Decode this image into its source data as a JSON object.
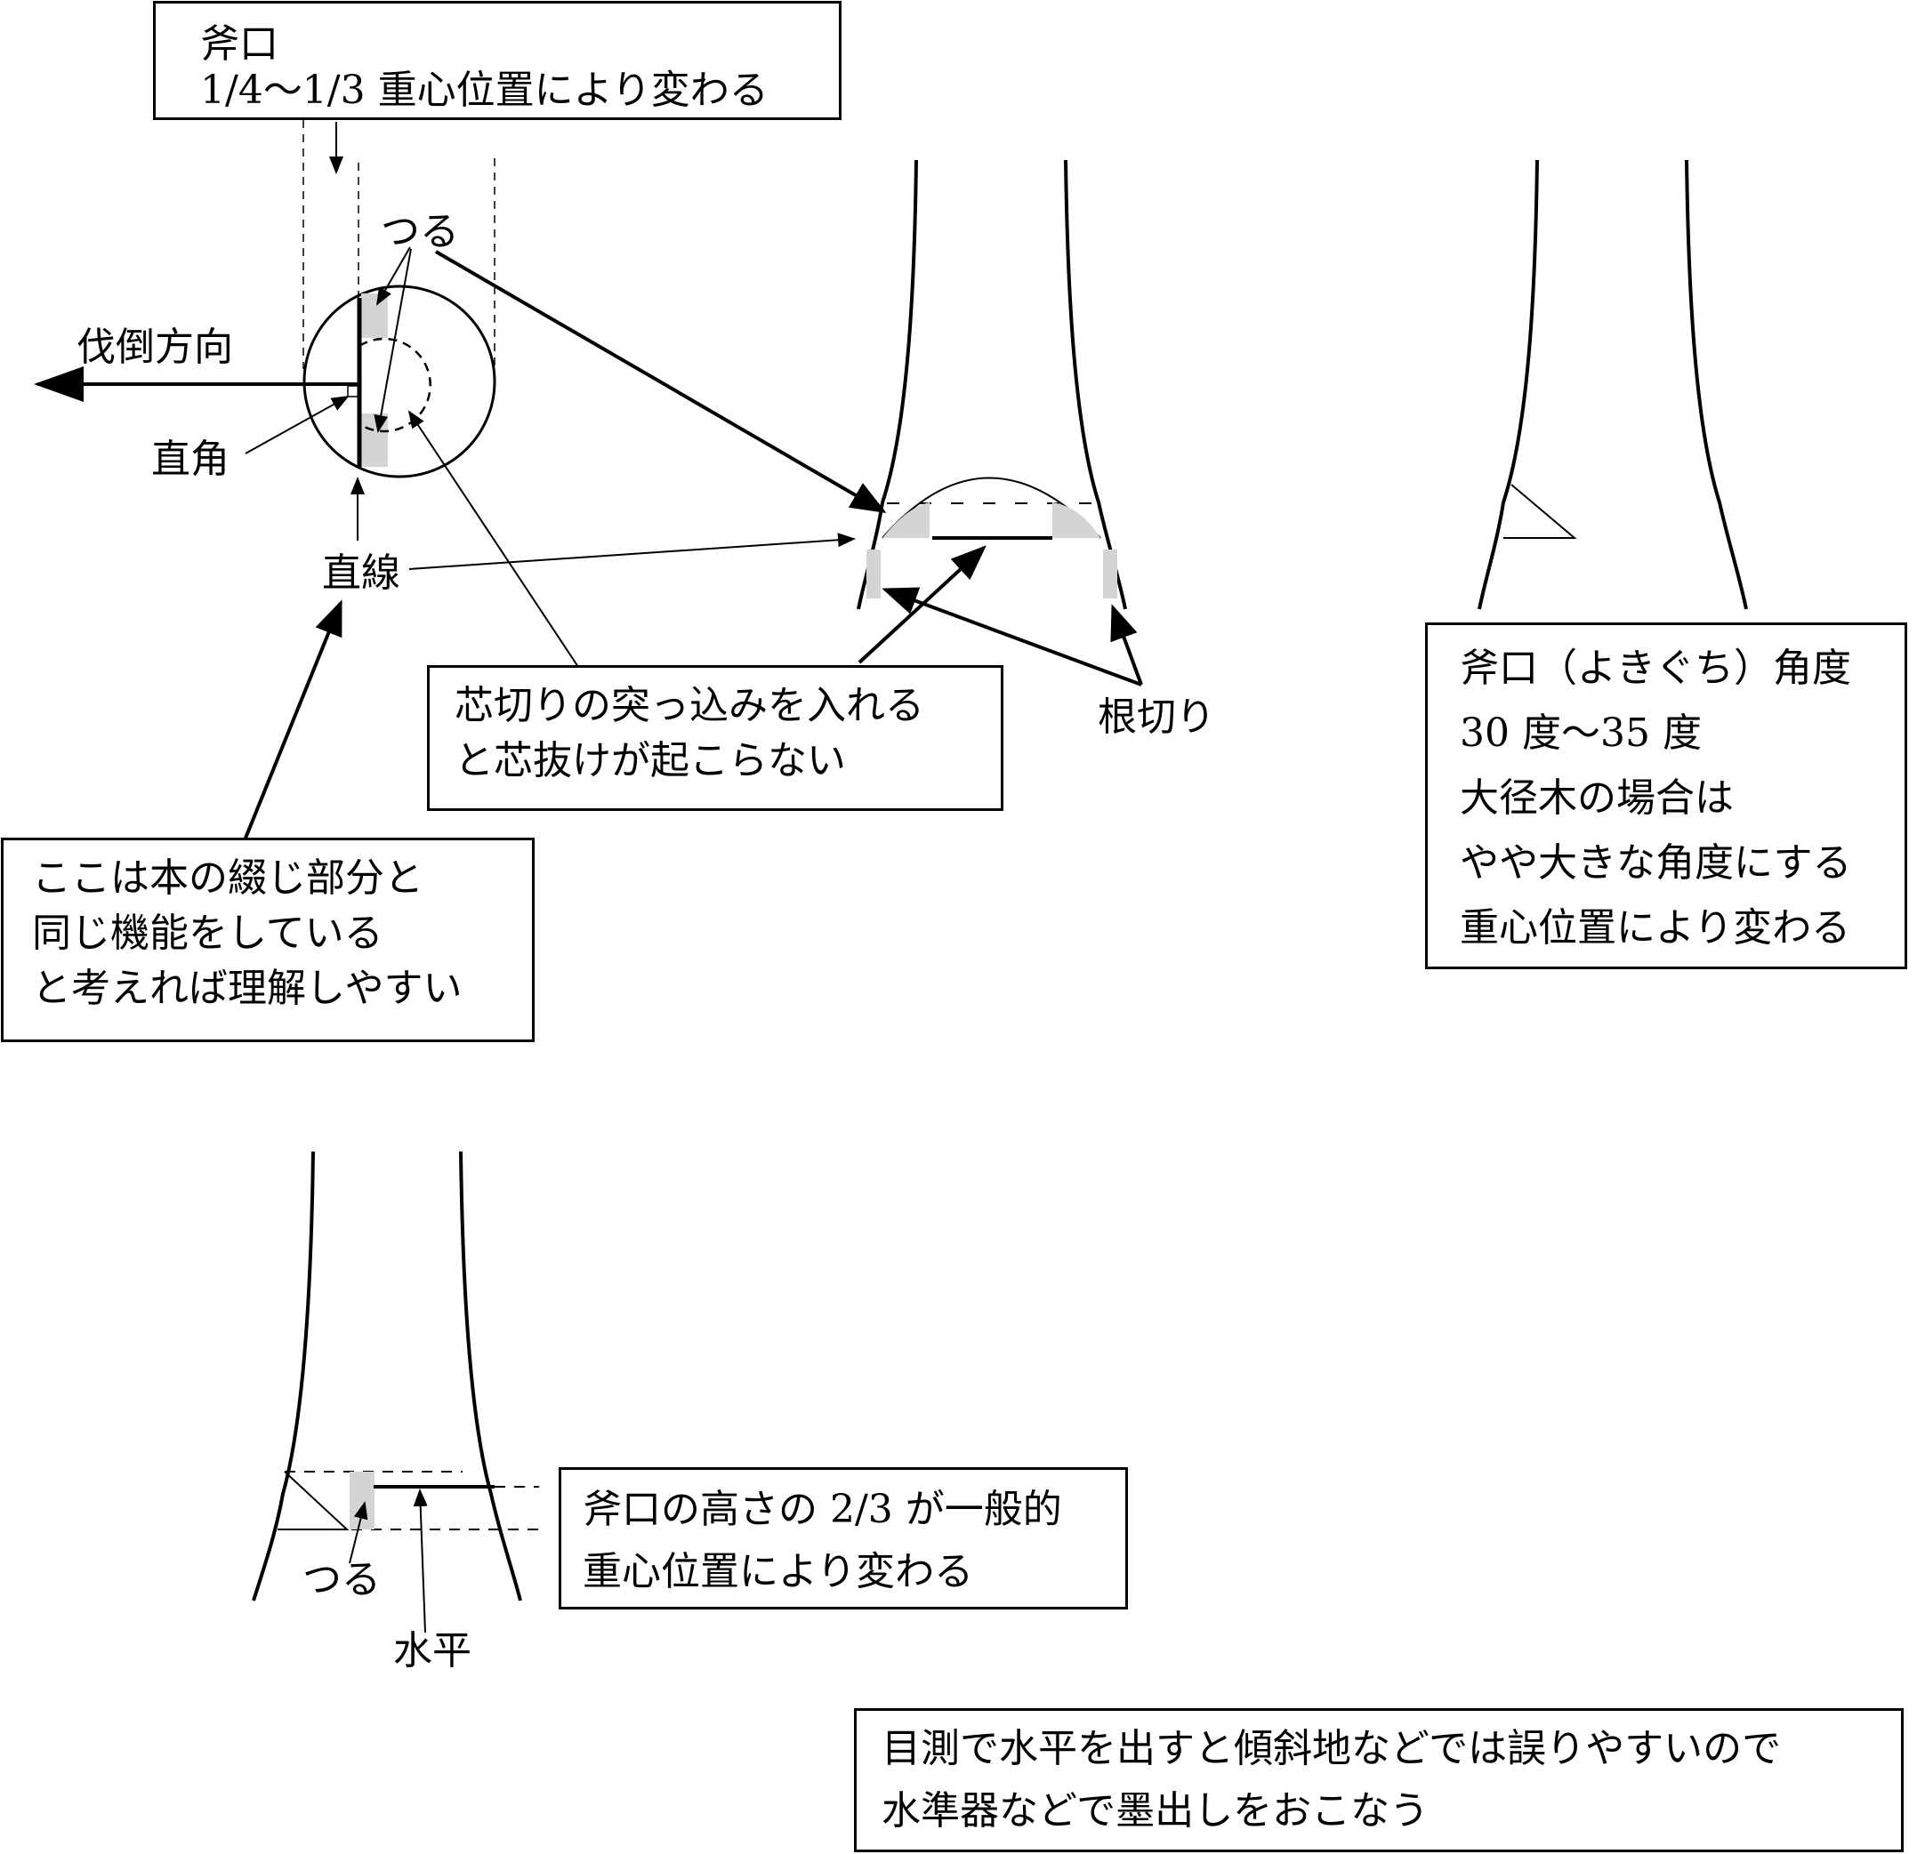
{
  "boxes": {
    "yokiguchi_top": {
      "title": "斧口",
      "line2": "1/4〜1/3 重心位置により変わる"
    },
    "shinkiri": {
      "line1": "芯切りの突っ込みを入れる",
      "line2": "と芯抜けが起こらない"
    },
    "hon_toji": {
      "line1": "ここは本の綴じ部分と",
      "line2": "同じ機能をしている",
      "line3": "と考えれば理解しやすい"
    },
    "angle": {
      "line1": "斧口（よきぐち）角度",
      "line2": "30 度〜35 度",
      "line3": "大径木の場合は",
      "line4": "やや大きな角度にする",
      "line5": "重心位置により変わる"
    },
    "height": {
      "line1": "斧口の高さの 2/3 が一般的",
      "line2": "重心位置により変わる"
    },
    "bottom_note": {
      "line1": "目測で水平を出すと傾斜地などでは誤りやすいので",
      "line2": "水準器などで墨出しをおこなう"
    }
  },
  "labels": {
    "tsuru_top": "つる",
    "direction": "伐倒方向",
    "right_angle": "直角",
    "straight": "直線",
    "root_cut": "根切り",
    "tsuru_bottom": "つる",
    "horizontal": "水平"
  },
  "colors": {
    "ink": "#000000",
    "shade": "#d4d4d4"
  }
}
